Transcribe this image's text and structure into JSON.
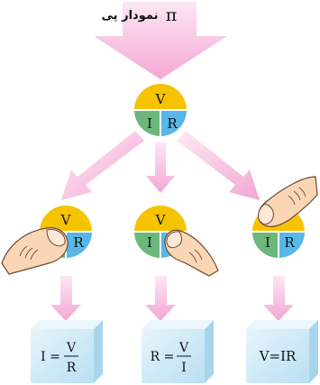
{
  "title": {
    "text": "نمودار پی",
    "symbol": "π"
  },
  "wheel": {
    "top": "V",
    "left": "I",
    "right": "R"
  },
  "formulas": {
    "left": {
      "lhs": "I =",
      "num": "V",
      "den": "R"
    },
    "middle": {
      "lhs": "R =",
      "num": "V",
      "den": "I"
    },
    "right": {
      "text": "V=IR"
    }
  },
  "colors": {
    "voltage": "#F5C300",
    "current": "#6CB87C",
    "resistance": "#55B8E8",
    "arrow": "#F4A7D3",
    "box": "#C6E6F5",
    "skin": "#FBD6B5"
  },
  "icons": [
    "pointing-finger-icon",
    "down-arrow-icon",
    "diagonal-arrow-icon"
  ]
}
